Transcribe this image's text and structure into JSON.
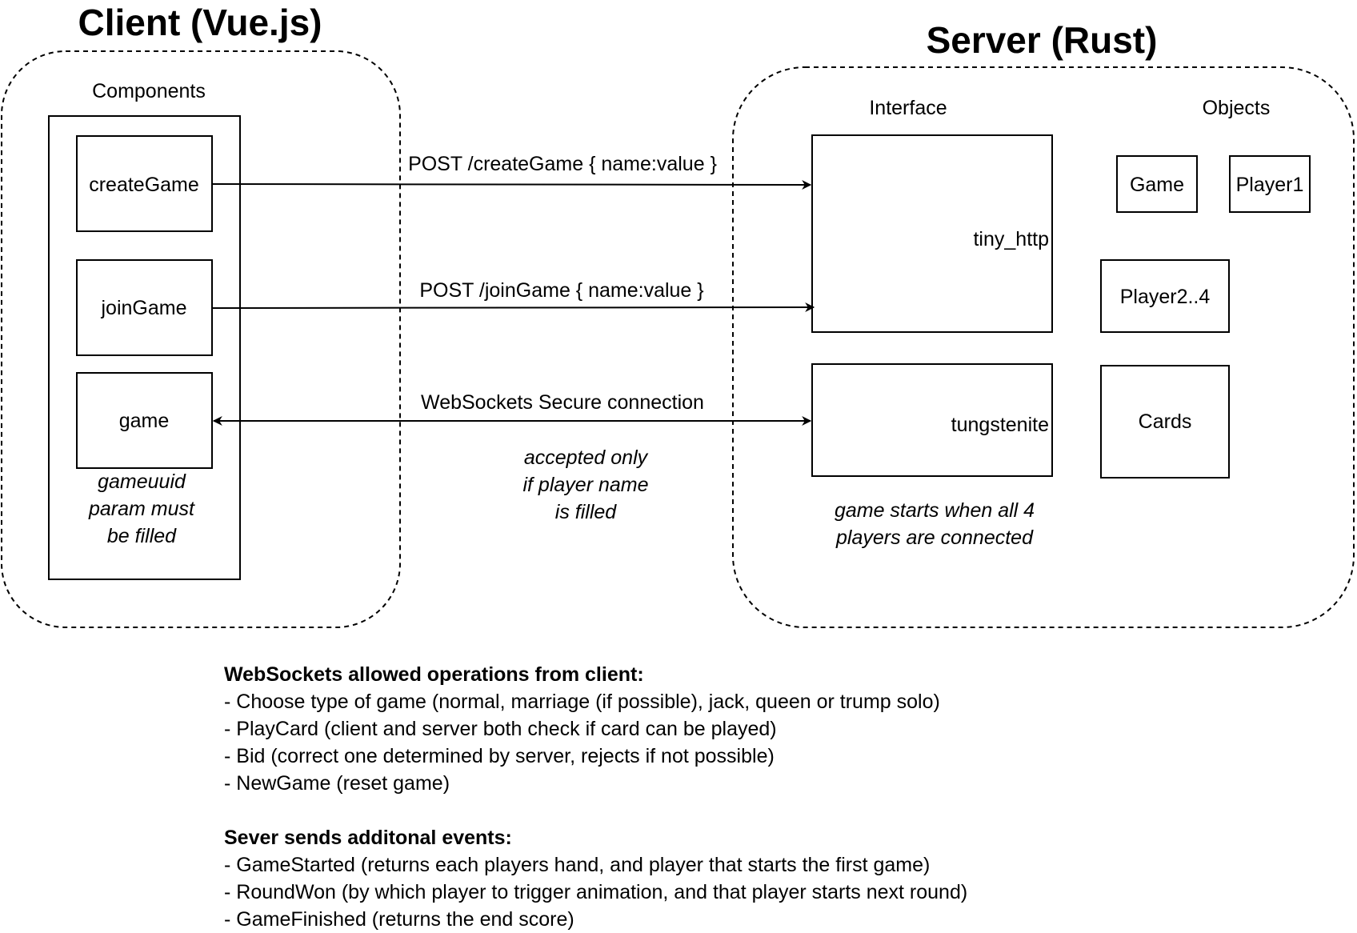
{
  "client": {
    "title": "Client (Vue.js)",
    "group_label": "Components",
    "components": {
      "create": "createGame",
      "join": "joinGame",
      "game": "game"
    },
    "game_note": [
      "gameuuid",
      "param must",
      "be filled"
    ]
  },
  "server": {
    "title": "Server (Rust)",
    "interface_label": "Interface",
    "objects_label": "Objects",
    "interfaces": {
      "http": "tiny_http",
      "ws": "tungstenite"
    },
    "objects": {
      "game": "Game",
      "player1": "Player1",
      "players": "Player2..4",
      "cards": "Cards"
    },
    "start_note": [
      "game starts when all 4",
      "players are connected"
    ]
  },
  "connections": {
    "create": "POST /createGame { name:value }",
    "join": "POST /joinGame { name:value }",
    "ws": "WebSockets Secure connection",
    "ws_note": [
      "accepted only",
      "if player name",
      "is filled"
    ]
  },
  "notes": {
    "client_ops_heading": "WebSockets allowed operations from client:",
    "client_ops": [
      "- Choose type of game (normal, marriage (if possible), jack, queen or trump solo)",
      "- PlayCard (client and server both check if card can be played)",
      "- Bid (correct one determined by server, rejects if not possible)",
      "- NewGame (reset game)"
    ],
    "server_events_heading": "Sever sends additonal events:",
    "server_events": [
      "- GameStarted (returns each players hand, and player that starts the first game)",
      "- RoundWon (by which player to trigger animation, and that player starts next round)",
      "- GameFinished (returns the end score)"
    ]
  }
}
